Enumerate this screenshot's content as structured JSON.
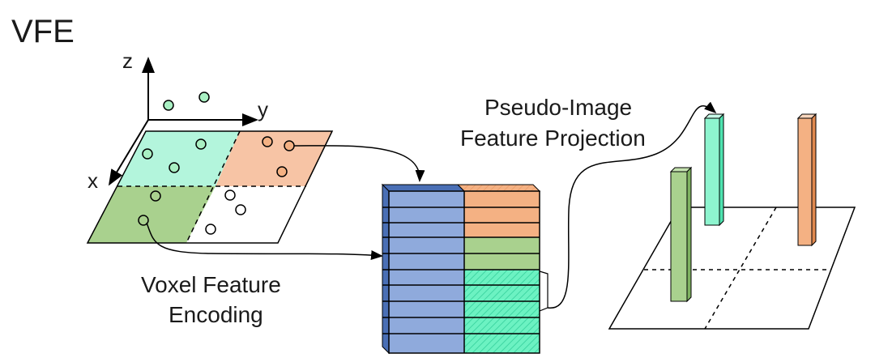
{
  "title": "VFE",
  "axes": {
    "z": "z",
    "y": "y",
    "x": "x"
  },
  "labels": {
    "vfe_line1": "Voxel Feature",
    "vfe_line2": "Encoding",
    "proj_line1": "Pseudo-Image",
    "proj_line2": "Feature Projection"
  },
  "colors": {
    "cyan_light": "#b3f5dc",
    "orange_light": "#f7c4a5",
    "green_mid": "#a9d18e",
    "blue_block": "#8faadc",
    "blue_top": "#4a6fb5",
    "orange_block": "#f4b183",
    "cyan_block": "#6cf2c2",
    "green_pillar": "#a9d18e",
    "cyan_pillar": "#8ef5cf",
    "orange_pillar": "#f4b183",
    "point_fill": "#a9f0c3"
  }
}
